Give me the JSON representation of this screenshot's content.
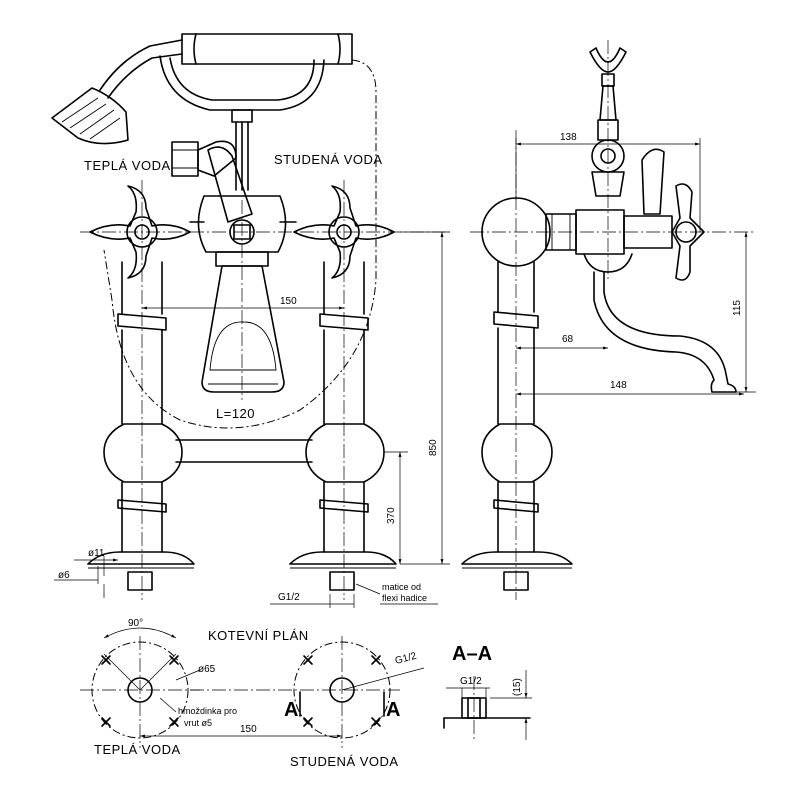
{
  "labels": {
    "tepla_voda": "TEPLÁ VODA",
    "studena_voda": "STUDENÁ VODA",
    "kotevni_plan": "KOTEVNÍ PLÁN",
    "section": "A–A",
    "section_mark_left": "A",
    "section_mark_right": "A",
    "matice_line1": "matice od",
    "matice_line2": "flexi hadice",
    "hmozdinka_line1": "hmoždinka pro",
    "hmozdinka_line2": "vrut ø5"
  },
  "dimensions": {
    "front_spacing": "150",
    "hose_length": "L=120",
    "total_height": "850",
    "lower_height": "370",
    "diameter_11": "ø11",
    "diameter_6": "ø6",
    "thread_front": "G1/2",
    "side_top_width": "138",
    "side_68": "68",
    "side_148": "148",
    "side_115": "115",
    "angle": "90°",
    "diameter_65": "ø65",
    "thread_plan": "G1/2",
    "plan_spacing": "150",
    "section_thread": "G1/2",
    "section_depth": "(15)"
  }
}
